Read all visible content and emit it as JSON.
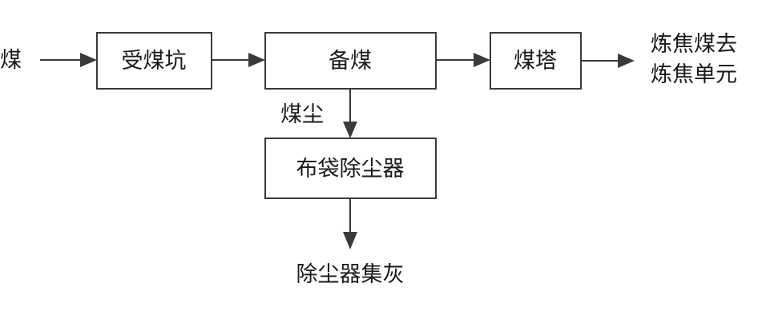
{
  "diagram": {
    "input_label": "煤",
    "nodes": {
      "receiving_pit": "受煤坑",
      "coal_prep": "备煤",
      "coal_tower": "煤塔",
      "bag_filter": "布袋除尘器"
    },
    "edge_labels": {
      "coal_dust": "煤尘"
    },
    "output_label_line1": "炼焦煤去",
    "output_label_line2": "炼焦单元",
    "ash_output_label": "除尘器集灰"
  }
}
